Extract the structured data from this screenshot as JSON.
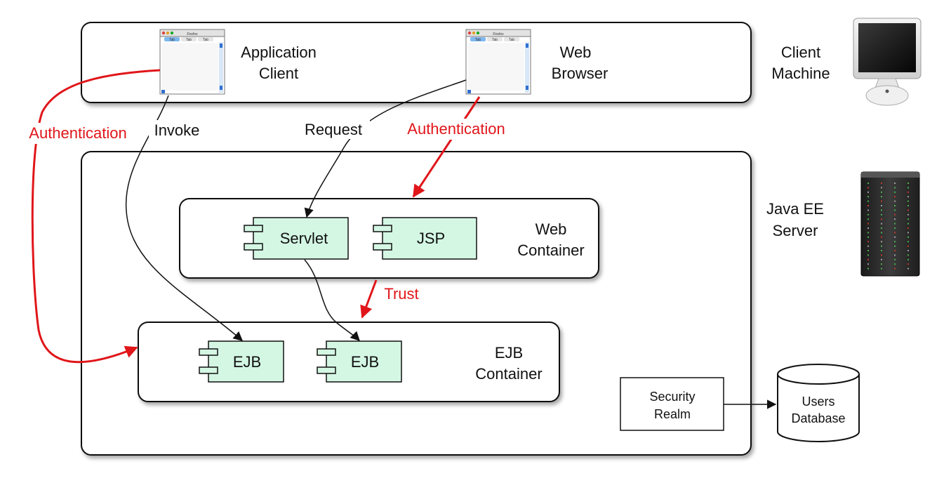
{
  "client_zone": {
    "application_client": [
      "Application",
      "Client"
    ],
    "web_browser": [
      "Web",
      "Browser"
    ],
    "machine_label": [
      "Client",
      "Machine"
    ],
    "window_title": "Firefox",
    "window_tabs": [
      "Tab",
      "Tab",
      "Tab"
    ]
  },
  "arrows": {
    "authentication_left": "Authentication",
    "invoke": "Invoke",
    "request": "Request",
    "authentication_right": "Authentication",
    "trust": "Trust"
  },
  "server": {
    "label": [
      "Java EE",
      "Server"
    ],
    "web_container": {
      "label": [
        "Web",
        "Container"
      ],
      "components": [
        "Servlet",
        "JSP"
      ]
    },
    "ejb_container": {
      "label": [
        "EJB",
        "Container"
      ],
      "components": [
        "EJB",
        "EJB"
      ]
    },
    "security_realm": [
      "Security",
      "Realm"
    ]
  },
  "database": [
    "Users",
    "Database"
  ],
  "colors": {
    "auth_red": "#e0161a",
    "component_fill": "#d4f7e4",
    "line": "#111111"
  }
}
